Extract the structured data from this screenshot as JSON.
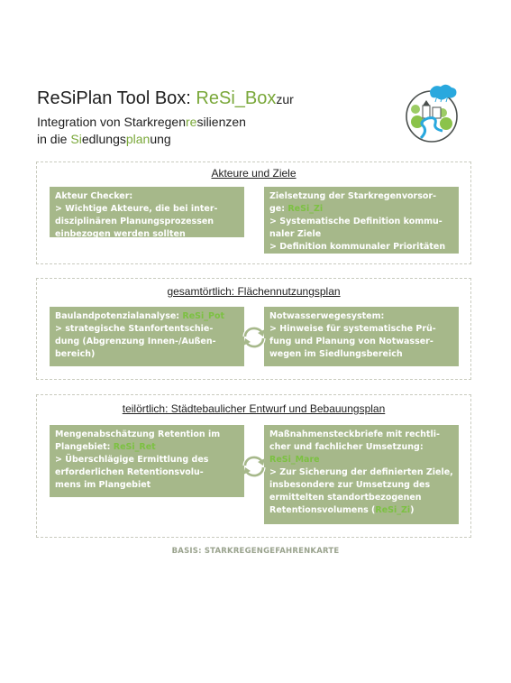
{
  "header": {
    "title_pre": "ReSiPlan Tool Box: ",
    "title_green": "ReSi_Box",
    "title_post": "zur",
    "line1_a": "Integration von Starkregen",
    "line1_b": "re",
    "line1_c": "silienzen",
    "line2_a": "in die ",
    "line2_b": "Si",
    "line2_c": "edlungs",
    "line2_d": "plan",
    "line2_e": "ung"
  },
  "sections": [
    {
      "title": "Akteure und Ziele",
      "left": {
        "lines": [
          "Akteur Checker:",
          "> Wichtige Akteure, die bei inter-",
          "disziplinären Planungsprozessen",
          "einbezogen werden sollten"
        ]
      },
      "right": {
        "l1": "Zielsetzung der Starkregenvorsor-",
        "l2_pre": "ge: ",
        "l2_tool": "ReSi_Zi",
        "l3": "> Systematische Definition kommu-",
        "l4": "naler Ziele",
        "l5": "> Definition kommunaler Prioritäten"
      }
    },
    {
      "title": "gesamtörtlich: Flächennutzungsplan",
      "left": {
        "l1_pre": "Baulandpotenzialanalyse: ",
        "l1_tool": "ReSi_Pot",
        "l2": "> strategische Stanfortentschie-",
        "l3": "dung (Abgrenzung Innen-/Außen-",
        "l4": "bereich)"
      },
      "right": {
        "lines": [
          "Notwasserwegesystem:",
          "> Hinweise für systematische Prü-",
          "fung und Planung von Notwasser-",
          "wegen im Siedlungsbereich"
        ]
      }
    },
    {
      "title": "teilörtlich: Städtebaulicher Entwurf und Bebauungsplan",
      "left": {
        "l1": "Mengenabschätzung Retention im",
        "l2_pre": "Plangebiet: ",
        "l2_tool": "ReSi_Ret",
        "l3": "> Überschlägige Ermittlung des",
        "l4": "erforderlichen Retentionsvolu-",
        "l5": "mens im Plangebiet"
      },
      "right": {
        "l1": "Maßnahmensteckbriefe mit rechtli-",
        "l2": "cher und fachlicher Umsetzung:",
        "l3_tool": "ReSi_Mare",
        "l4": "> Zur Sicherung der definierten Ziele,",
        "l5": "insbesondere zur Umsetzung des",
        "l6": "ermittelten standortbezogenen",
        "l7_pre": "Retentionsvolumens (",
        "l7_tool": "ReSi_Zi",
        "l7_post": ")"
      }
    }
  ],
  "footer": {
    "basis": "BASIS: STARKREGENGEFAHRENKARTE"
  },
  "colors": {
    "box_bg": "#a6b88a",
    "accent_green": "#7aa83a",
    "tool_green": "#7cc142",
    "dash_border": "#c9cbbf"
  },
  "icons": [
    "cycle-arrows-icon",
    "resiplan-logo"
  ]
}
